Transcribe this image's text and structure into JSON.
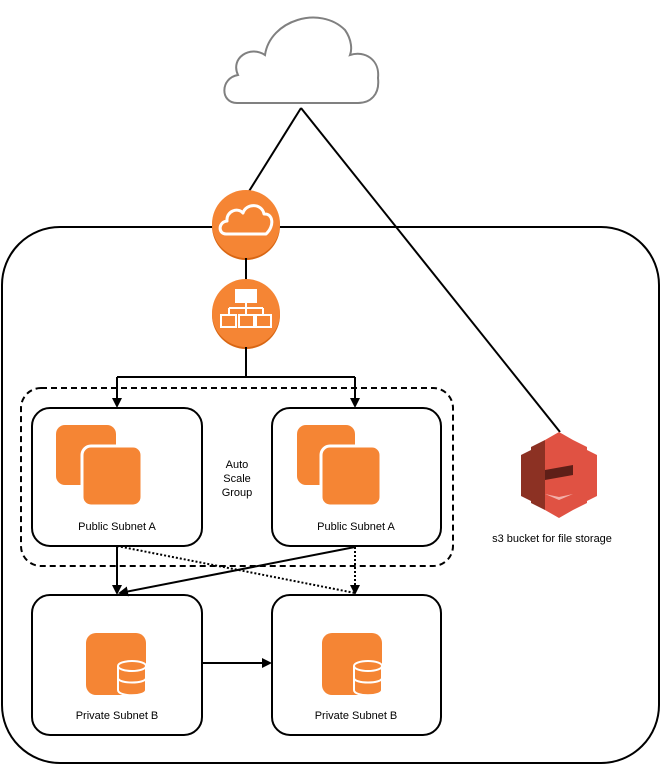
{
  "labels": {
    "public_subnet_left": "Public Subnet A",
    "public_subnet_right": "Public Subnet A",
    "private_subnet_left": "Private Subnet B",
    "private_subnet_right": "Private Subnet B",
    "asg_line1": "Auto",
    "asg_line2": "Scale",
    "asg_line3": "Group",
    "s3": "s3 bucket for file storage"
  },
  "icons": {
    "internet": "cloud-icon",
    "gateway": "internet-gateway-icon",
    "load_balancer": "load-balancer-icon",
    "compute": "ec2-instances-icon",
    "database": "rds-database-icon",
    "storage": "s3-bucket-icon"
  },
  "colors": {
    "aws_orange": "#F58534",
    "aws_orange_dark": "#D86613",
    "s3_red": "#E05243",
    "s3_red_dark": "#8C3123",
    "cloud_stroke": "#808080"
  }
}
